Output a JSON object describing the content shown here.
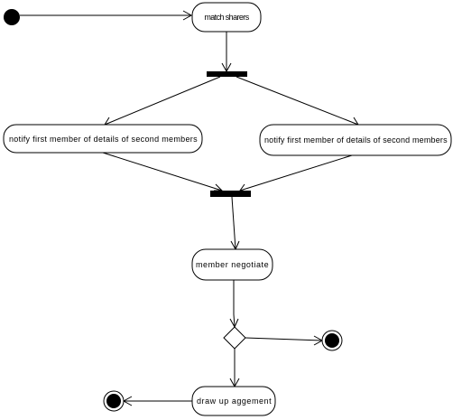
{
  "diagram": {
    "type": "uml-activity",
    "nodes": {
      "match_sharers": "match sharers",
      "notify_left": "notify first member of details of second members",
      "notify_right": "notify first member of details of second members",
      "member_negotiate": "member negotiate",
      "draw_up_agreement": "draw up aggement"
    },
    "icons": [
      "initial-node-icon",
      "fork-bar-icon",
      "join-bar-icon",
      "decision-diamond-icon",
      "final-node-icon"
    ]
  }
}
